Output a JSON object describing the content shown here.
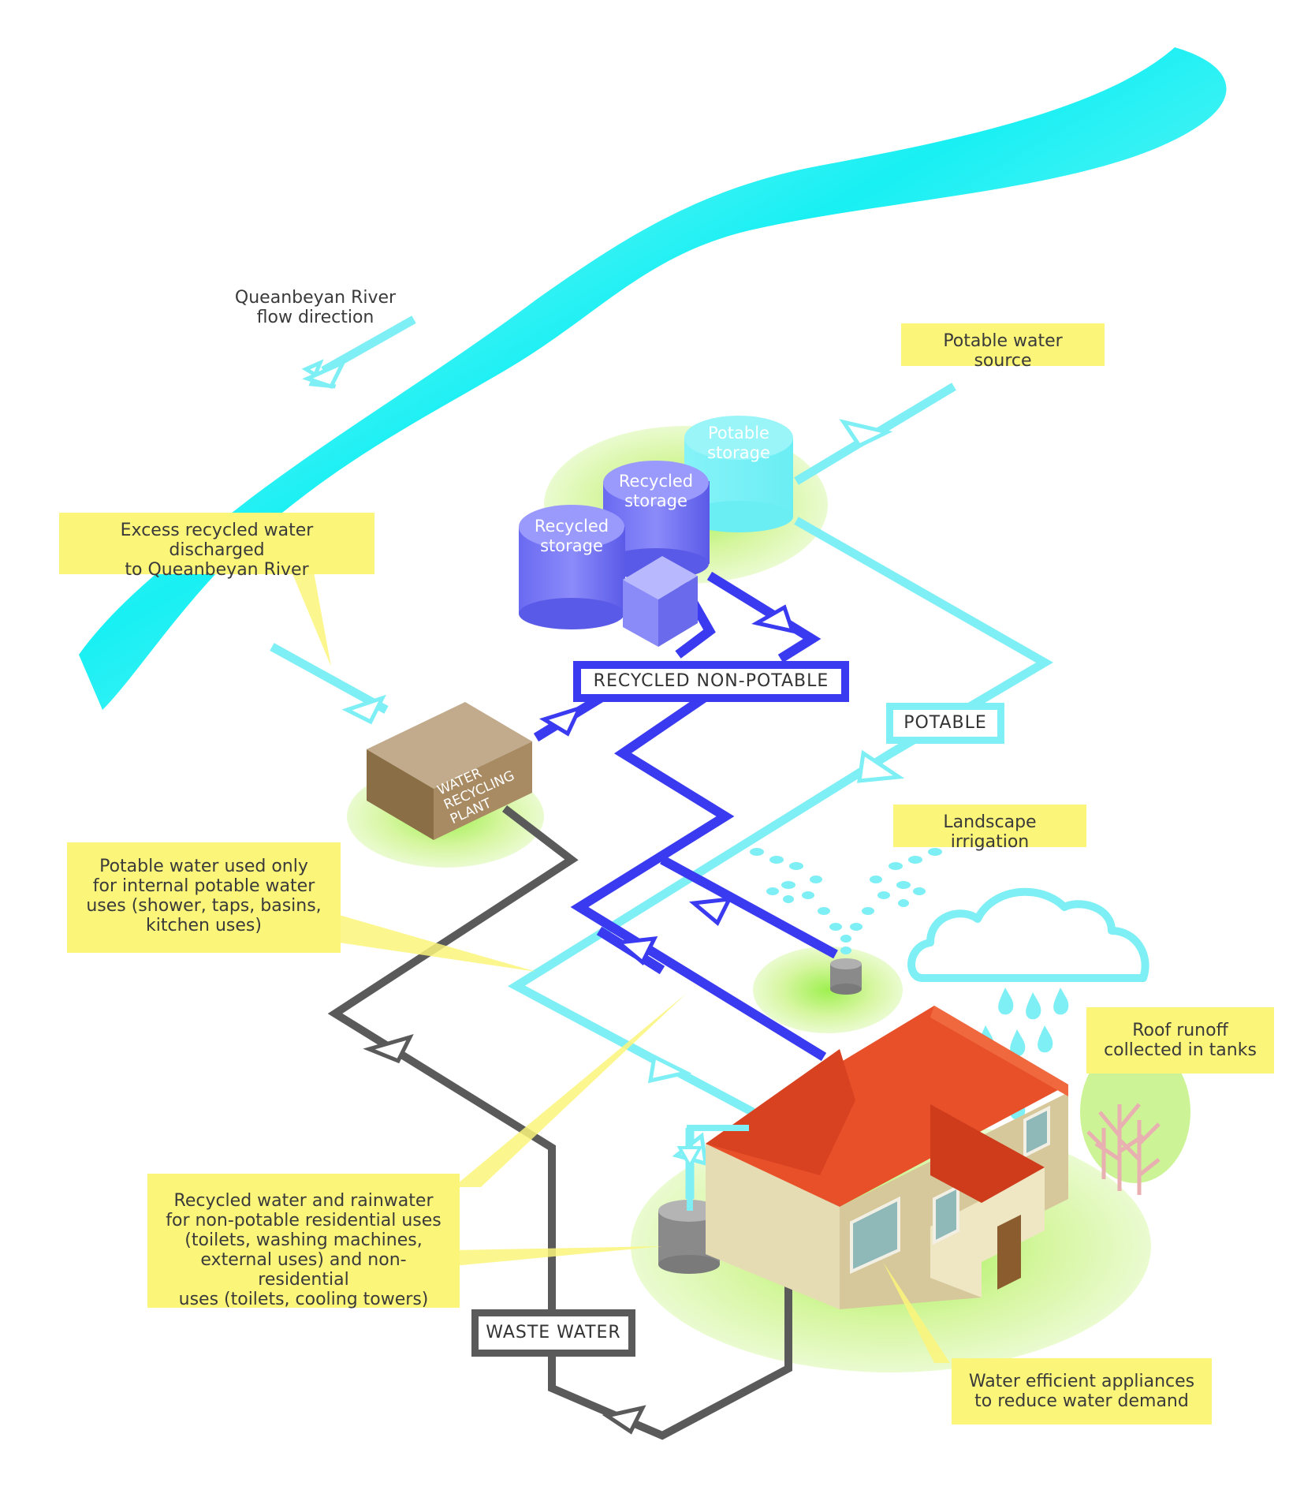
{
  "river_label": "Queanbeyan River\nflow direction",
  "callouts": {
    "potable_source": "Potable water source",
    "excess_recycled": "Excess recycled water discharged\nto Queanbeyan River",
    "landscape_irrigation": "Landscape irrigation",
    "potable_internal": "Potable water used only\nfor internal potable water\nuses (shower, taps, basins,\nkitchen uses)",
    "roof_runoff": "Roof runoff\ncollected in tanks",
    "recycled_rainwater": "Recycled water and rainwater\nfor non-potable residential uses\n(toilets, washing machines,\nexternal uses) and non-residential\nuses (toilets, cooling towers)",
    "water_efficient": "Water efficient appliances\nto reduce water demand"
  },
  "pipe_labels": {
    "recycled_non_potable": "RECYCLED NON-POTABLE",
    "potable": "POTABLE",
    "waste_water": "WASTE WATER"
  },
  "tanks": {
    "potable_storage": [
      "Potable",
      "storage"
    ],
    "recycled_storage_back": [
      "Recycled",
      "storage"
    ],
    "recycled_storage_front": [
      "Recycled",
      "storage"
    ]
  },
  "plant_label": [
    "WATER",
    "RECYCLING",
    "PLANT"
  ],
  "colors": {
    "river": "#2ff0f2",
    "potable_pipe": "#7eeff4",
    "recycled_pipe": "#3a3af0",
    "waste_pipe": "#5a5a5a",
    "callout": "#fbf57a",
    "roof": "#e8502a",
    "ground": "#d8f5a0"
  }
}
